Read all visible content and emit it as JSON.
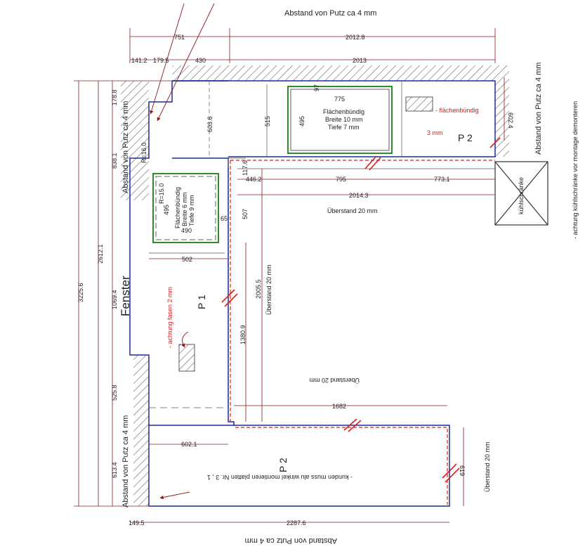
{
  "putz": {
    "top": "Abstand von Putz ca 4 mm",
    "right": "Abstand von Putz ca 4 mm",
    "left_upper": "Abstand von Putz ca 4 mm",
    "left_lower": "Abstand von Putz ca 4 mm",
    "bottom": "Abstand von Putz ca 4 mm"
  },
  "dims": {
    "top_751": "751",
    "top_2012": "2012.8",
    "top_141": "141.2",
    "top_179": "179.5",
    "top_430": "430",
    "top_2013": "2013",
    "left_178": "178.8",
    "left_838": "838.1",
    "left_1069": "1069.4",
    "left_525": "525.8",
    "left_613": "613.4",
    "left_2612": "2612.1",
    "left_3225": "3225.6",
    "d_603": "603.6",
    "d_515": "515",
    "d_775": "775",
    "d_495a": "495",
    "d_495b": "495",
    "d_490": "490",
    "d_502": "502",
    "d_446": "446.2",
    "d_795": "795",
    "d_773": "773.1",
    "d_2014": "2014.3",
    "d_117": "117.6",
    "d_507": "507",
    "d_2005": "2005.5",
    "d_1380": "1380.9",
    "d_1682": "1682",
    "d_602": "602.1",
    "d_619": "619",
    "d_602r": "602.4",
    "d_149": "149.5",
    "d_2287": "2287.6",
    "d_97": "97",
    "d_65": "65",
    "r_16": "R=16.0",
    "r_15": "R=15.0",
    "three_mm": "3 mm"
  },
  "labels": {
    "fenster": "Fenster",
    "p1": "P 1",
    "p2_top": "P 2",
    "p2_bottom": "P 2",
    "ueberstand_top": "Überstand 20 mm",
    "ueberstand_vert": "Überstand 20 mm",
    "ueberstand_flip": "Überstand 20 mm",
    "ueberstand_right": "Überstand 20 mm",
    "kuehlschrank": "kühlschränke",
    "kuehl_note": "- achtung kühlschränke vor montage  demonteren",
    "flaechenbuendig_red": "- flächenbündig",
    "fasen": "- achtung fasen 2 mm",
    "kunden": "- kunden muss alu winkel montieren platten Nr. 3 , 1",
    "sink_top_1": "Flächenbündig",
    "sink_top_2": "Breite 10 mm",
    "sink_top_3": "Tiefe 7 mm",
    "sink_left_1": "Flächenbündig",
    "sink_left_2": "Breite 6 mm",
    "sink_left_3": "Tiefe  9 mm"
  },
  "colors": {
    "worktop": "#1f2a9c",
    "cut": "#d42020",
    "sink": "#2e8b2e",
    "line": "#333333"
  }
}
